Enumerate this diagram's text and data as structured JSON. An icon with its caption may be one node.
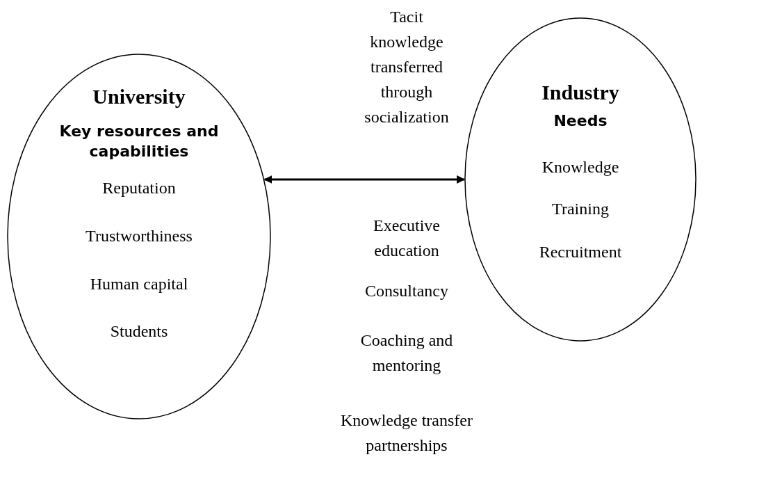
{
  "diagram": {
    "nodes": [
      {
        "text": [
          "University",
          "Key resources and capabilities",
          "Reputation",
          "Trustworthiness",
          "Human capital",
          "Students"
        ]
      },
      {
        "text": [
          "Industry",
          "Needs",
          "Knowledge",
          "Training",
          "Recruitment"
        ]
      }
    ],
    "edges": [
      {
        "from": 0,
        "to": 1,
        "arrow": "both"
      }
    ],
    "labels": [
      "Tacit knowledge transferred through socialization",
      "Executive education",
      "Consultancy",
      "Coaching and mentoring",
      "Knowledge transfer partnerships"
    ]
  }
}
